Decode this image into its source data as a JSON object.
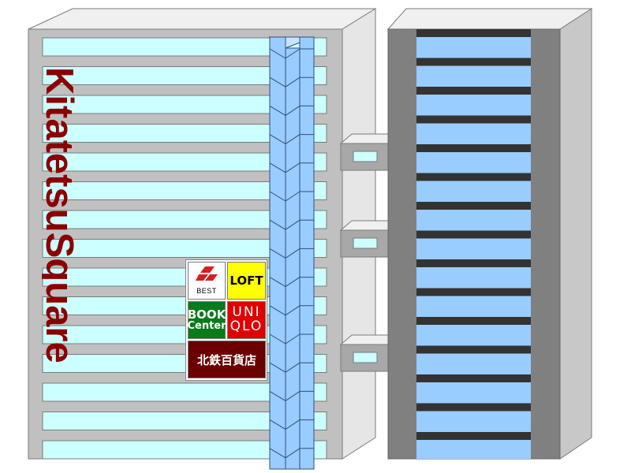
{
  "building_name": "KitatetsuSquare",
  "tenants": {
    "best": {
      "label": "BEST",
      "bg": "#ffffff",
      "fg": "#d62020"
    },
    "loft": {
      "label": "LOFT",
      "bg": "#ffff00",
      "fg": "#000000"
    },
    "book_center": {
      "line1": "BOOK",
      "line2": "Center",
      "bg": "#0a7a1a",
      "fg": "#ffffff"
    },
    "uniqlo": {
      "line1": "UNI",
      "line2": "QLO",
      "bg": "#e00000",
      "fg": "#ffffff"
    },
    "kitetsu_dept": {
      "label": "北鉄百貨店",
      "bg": "#6b0000",
      "fg": "#ffffff"
    }
  },
  "colors": {
    "building_face": "#c0c0c0",
    "building_side": "#e6e6e6",
    "window_cyan": "#ccffff",
    "glass_blue": "#99ccff",
    "dark_band": "#333333",
    "name_text": "#8b0000"
  }
}
